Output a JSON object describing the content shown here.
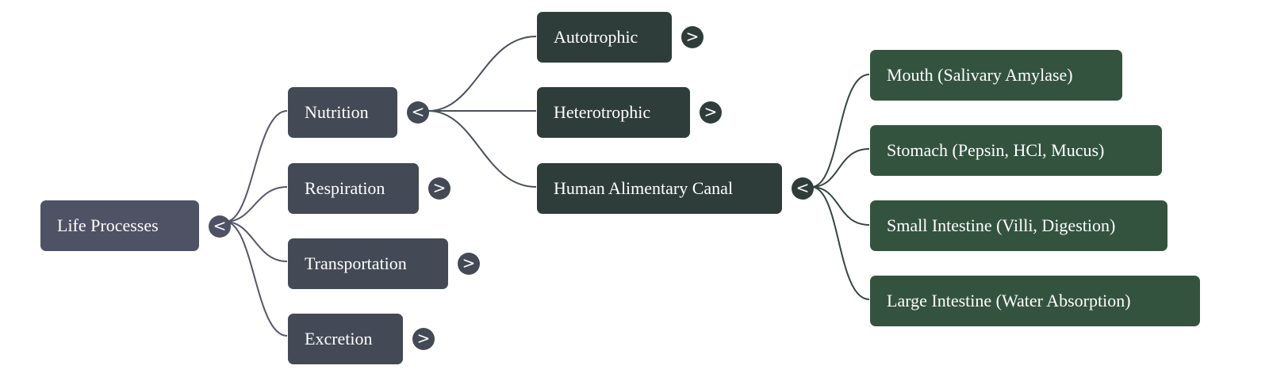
{
  "colors": {
    "root": "#4f5165",
    "level1": "#434a55",
    "level2": "#2f3d3a",
    "level3": "#33533f",
    "edge_root": "#55566a",
    "edge_l1": "#4a505c",
    "edge_l2": "#35463f"
  },
  "icons": {
    "collapse": "<",
    "expand": ">"
  },
  "root": {
    "label": "Life Processes"
  },
  "branches": [
    {
      "label": "Nutrition",
      "expanded": true,
      "children": [
        {
          "label": "Autotrophic",
          "expanded": false
        },
        {
          "label": "Heterotrophic",
          "expanded": false
        },
        {
          "label": "Human Alimentary Canal",
          "expanded": true,
          "children": [
            {
              "label": "Mouth (Salivary Amylase)"
            },
            {
              "label": "Stomach (Pepsin, HCl, Mucus)"
            },
            {
              "label": "Small Intestine (Villi, Digestion)"
            },
            {
              "label": "Large Intestine (Water Absorption)"
            }
          ]
        }
      ]
    },
    {
      "label": "Respiration",
      "expanded": false
    },
    {
      "label": "Transportation",
      "expanded": false
    },
    {
      "label": "Excretion",
      "expanded": false
    }
  ]
}
